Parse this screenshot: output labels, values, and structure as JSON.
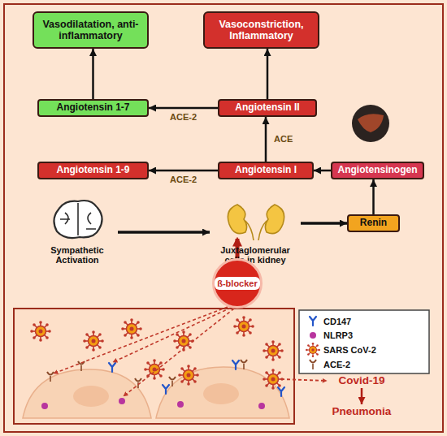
{
  "diagram": {
    "nodes": [
      {
        "text": [
          "Vasodilatation, anti-inflammatory"
        ]
      },
      {
        "text": [
          "Vasoconstriction, Inflammatory"
        ]
      },
      {
        "text": [
          "Angiotensin 1-7"
        ]
      },
      {
        "text": [
          "Angiotensin II"
        ]
      },
      {
        "text": [
          "Angiotensin 1-9"
        ]
      },
      {
        "text": [
          "Angiotensin I"
        ]
      },
      {
        "text": [
          "Angiotensinogen"
        ]
      },
      {
        "text": [
          "Sympathetic Activation"
        ]
      },
      {
        "text": [
          "Juxtaglomerular cells in kidney"
        ]
      },
      {
        "text": [
          "Renin"
        ]
      },
      {
        "text": [
          "ß-blocker"
        ]
      },
      {
        "text": [
          "Covid-19"
        ]
      },
      {
        "text": [
          "Pneumonia"
        ]
      }
    ],
    "edges": [
      {
        "from": 2,
        "to": 0,
        "arrow": "to"
      },
      {
        "from": 3,
        "to": 1,
        "arrow": "to"
      },
      {
        "from": 3,
        "to": 2,
        "label": "ACE-2",
        "arrow": "to"
      },
      {
        "from": 5,
        "to": 3,
        "label": "ACE",
        "arrow": "to"
      },
      {
        "from": 5,
        "to": 4,
        "label": "ACE-2",
        "arrow": "to"
      },
      {
        "from": 6,
        "to": 5,
        "arrow": "to"
      },
      {
        "from": 9,
        "to": 6,
        "arrow": "to"
      },
      {
        "from": 7,
        "to": 8,
        "arrow": "to"
      },
      {
        "from": 8,
        "to": 9,
        "arrow": "to"
      },
      {
        "from": 11,
        "to": 12,
        "arrow": "to"
      }
    ],
    "legend": [
      {
        "text": "CD147"
      },
      {
        "text": "NLRP3"
      },
      {
        "text": "SARS CoV-2"
      },
      {
        "text": "ACE-2"
      }
    ]
  }
}
